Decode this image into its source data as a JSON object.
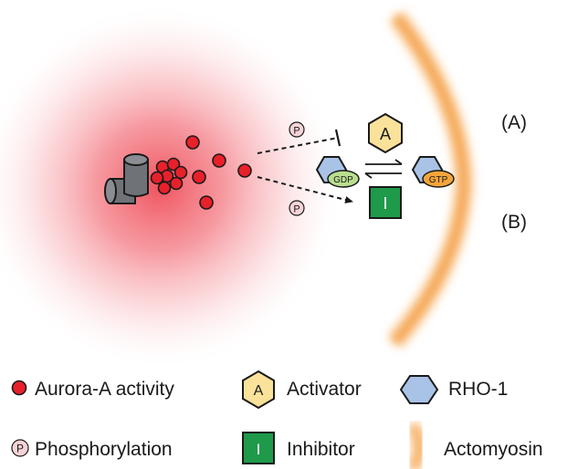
{
  "diagram": {
    "phospho_symbol": "P",
    "activator_letter": "A",
    "inhibitor_letter": "I",
    "gdp_label": "GDP",
    "gtp_label": "GTP",
    "pathway_a_label": "(A)",
    "pathway_b_label": "(B)"
  },
  "legend": {
    "aurora_label": "Aurora-A activity",
    "activator_label": "Activator",
    "rho_label": "RHO-1",
    "phospho_label": "Phosphorylation",
    "inhibitor_label": "Inhibitor",
    "actomyosin_label": "Actomyosin"
  },
  "colors": {
    "aurora_red": "#e8202a",
    "halo_red": "#f04a55",
    "activator_fill": "#fbe29a",
    "inhibitor_fill": "#1f9a4a",
    "rho_blue": "#a9c3e6",
    "gdp_green": "#b9df8f",
    "gtp_orange": "#f3a53a",
    "actomyosin_orange": "#f6a34a",
    "centrosome_gray": "#6f7277"
  },
  "icons": [
    "centrosome-icon",
    "phospho-icon",
    "activator-hexagon-icon",
    "inhibitor-square-icon",
    "rho-hexagon-icon",
    "actomyosin-band-icon"
  ]
}
